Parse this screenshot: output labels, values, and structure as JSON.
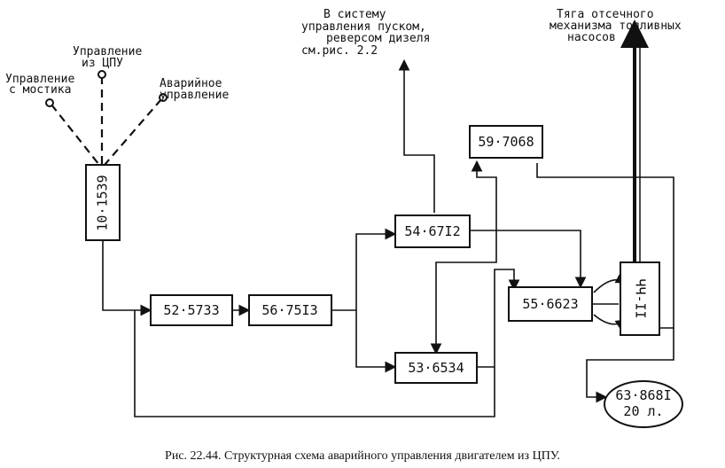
{
  "labels": {
    "bridge": [
      "Управление",
      "с мостика"
    ],
    "cpu": [
      "Управление",
      "из ЦПУ"
    ],
    "emergency": [
      "Аварийное",
      "управление"
    ],
    "system": [
      "В систему",
      "управления пуском,",
      "реверсом дизеля",
      "см.рис. 2.2"
    ],
    "rod": [
      "Тяга отсечного",
      "механизма топливных",
      "насосов"
    ]
  },
  "blocks": {
    "b1": "10·1539",
    "b2": "52·5733",
    "b3": "56·75I3",
    "b4": "54·67I2",
    "b5": "53·6534",
    "b6": "59·7068",
    "b7": "55·6623",
    "b8": "ЧЧ-II",
    "b9_line1": "63·868I",
    "b9_line2": "20 л."
  },
  "caption": "Рис. 22.44. Структурная схема аварийного управления двигателем из ЦПУ."
}
